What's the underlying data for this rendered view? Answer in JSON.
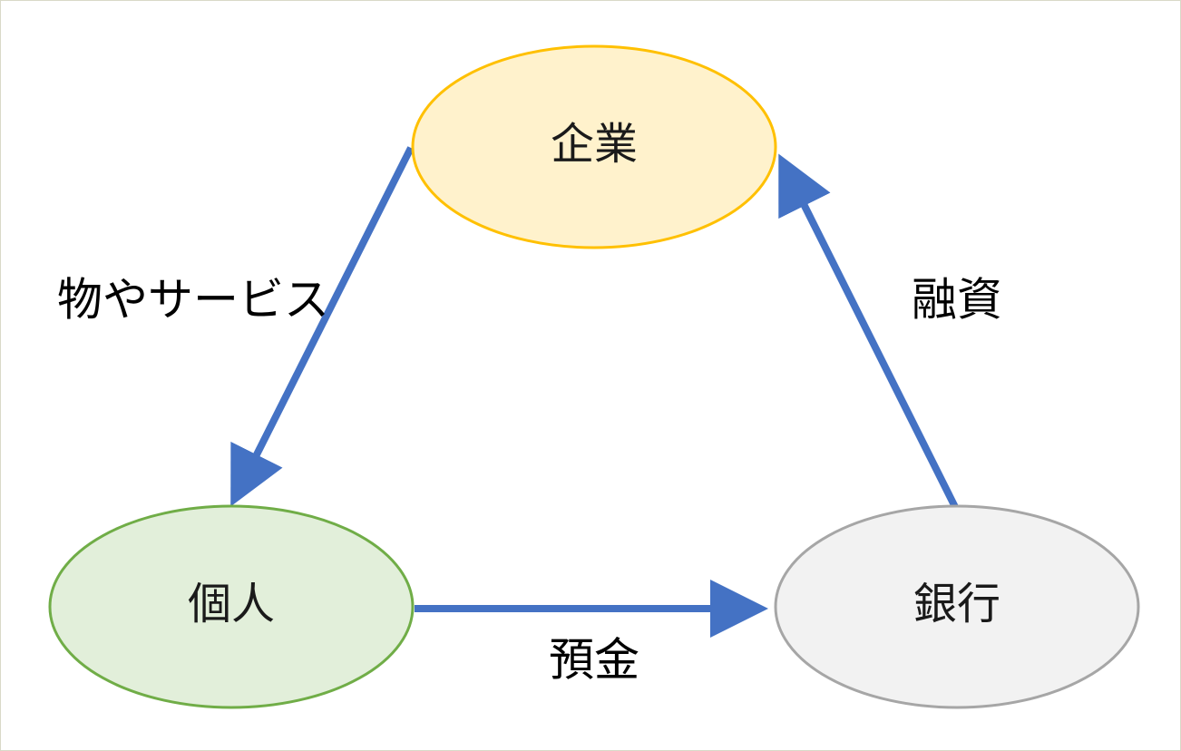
{
  "nodes": {
    "company": {
      "label": "企業",
      "fill": "#fff2cc",
      "stroke": "#ffc000"
    },
    "individual": {
      "label": "個人",
      "fill": "#e2efda",
      "stroke": "#70ad47"
    },
    "bank": {
      "label": "銀行",
      "fill": "#f2f2f2",
      "stroke": "#a6a6a6"
    }
  },
  "edges": {
    "goods_services": {
      "label": "物やサービス",
      "from": "company",
      "to": "individual"
    },
    "deposit": {
      "label": "預金",
      "from": "individual",
      "to": "bank"
    },
    "loan": {
      "label": "融資",
      "from": "bank",
      "to": "company"
    }
  },
  "colors": {
    "arrow": "#4472c4"
  }
}
